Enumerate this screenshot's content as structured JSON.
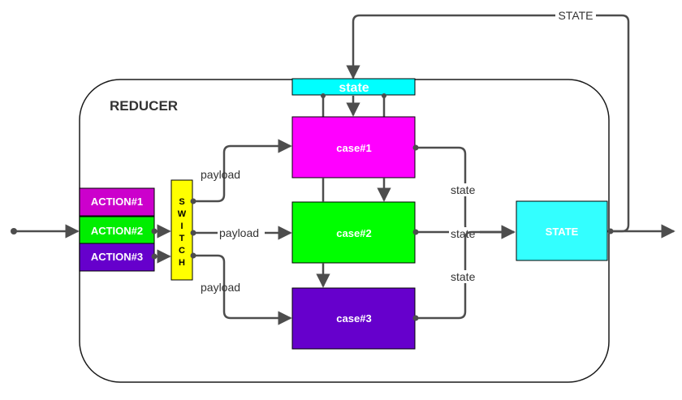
{
  "diagram": {
    "container_title": "REDUCER",
    "state_bar": "state",
    "switch_letters": [
      "S",
      "W",
      "I",
      "T",
      "C",
      "H"
    ],
    "actions": [
      "ACTION#1",
      "ACTION#2",
      "ACTION#3"
    ],
    "cases": [
      "case#1",
      "case#2",
      "case#3"
    ],
    "output_state": "STATE",
    "edge_labels": {
      "top_loop": "STATE",
      "payload_1": "payload",
      "payload_2": "payload",
      "payload_3": "payload",
      "state_1": "state",
      "state_2": "state",
      "state_3": "state"
    },
    "colors": {
      "action_1": "#cc00cc",
      "action_2": "#00ee00",
      "action_3": "#6600cc",
      "switch": "#ffff00",
      "state_bar": "#00ffff",
      "case_1": "#ff00ff",
      "case_2": "#00ff00",
      "case_3": "#6600cc",
      "output_state": "#33ffff"
    }
  }
}
